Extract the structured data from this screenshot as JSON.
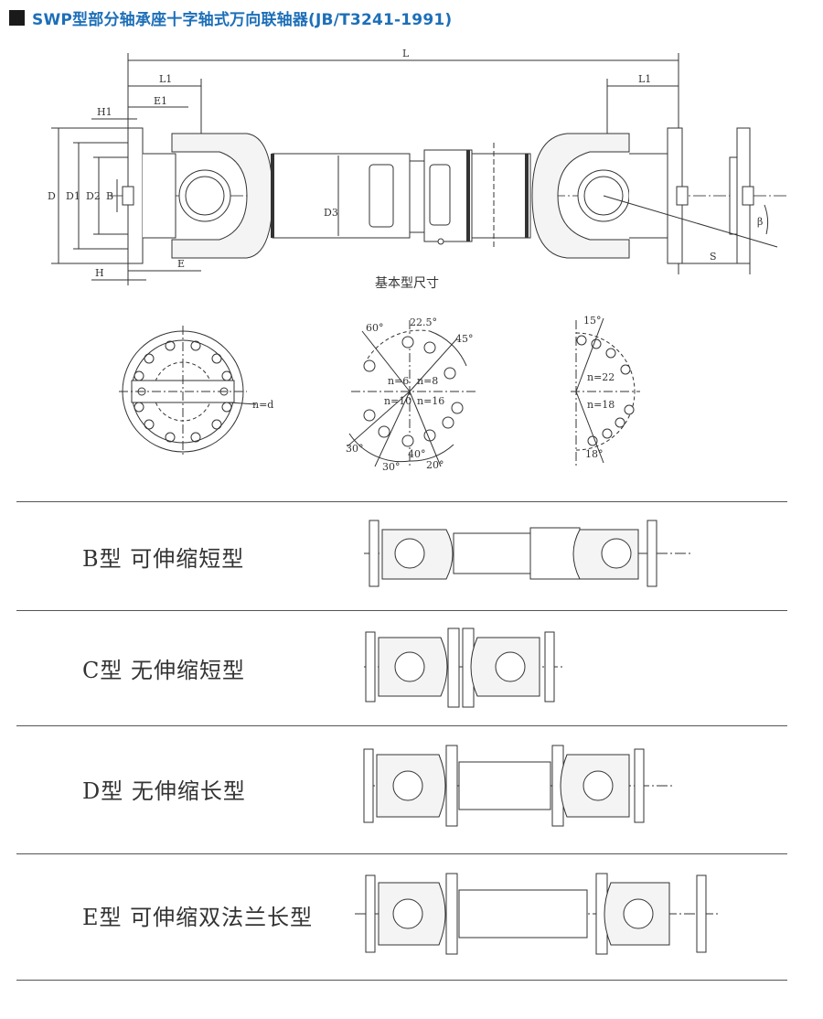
{
  "header": {
    "title": "SWP型部分轴承座十字轴式万向联轴器(JB/T3241-1991)"
  },
  "main_drawing": {
    "caption": "基本型尺寸",
    "dims": {
      "L": "L",
      "L1_left": "L1",
      "L1_right": "L1",
      "E1": "E1",
      "H1": "H1",
      "D": "D",
      "D1": "D1",
      "D2": "D2",
      "B": "B",
      "D3": "D3",
      "H": "H",
      "E": "E",
      "S": "S",
      "beta": "β"
    }
  },
  "flange_patterns": {
    "flange_label": "n=d",
    "mid": {
      "angles": [
        "60°",
        "22.5°",
        "45°",
        "30°",
        "30°",
        "40°",
        "20°"
      ],
      "n_labels": [
        "n=6",
        "n=8",
        "n=10",
        "n=16"
      ]
    },
    "right": {
      "angles": [
        "15°",
        "18°"
      ],
      "n_labels": [
        "n=22",
        "n=18"
      ]
    }
  },
  "types": [
    {
      "label": "B型  可伸缩短型"
    },
    {
      "label": "C型  无伸缩短型"
    },
    {
      "label": "D型  无伸缩长型"
    },
    {
      "label": "E型  可伸缩双法兰长型"
    }
  ]
}
